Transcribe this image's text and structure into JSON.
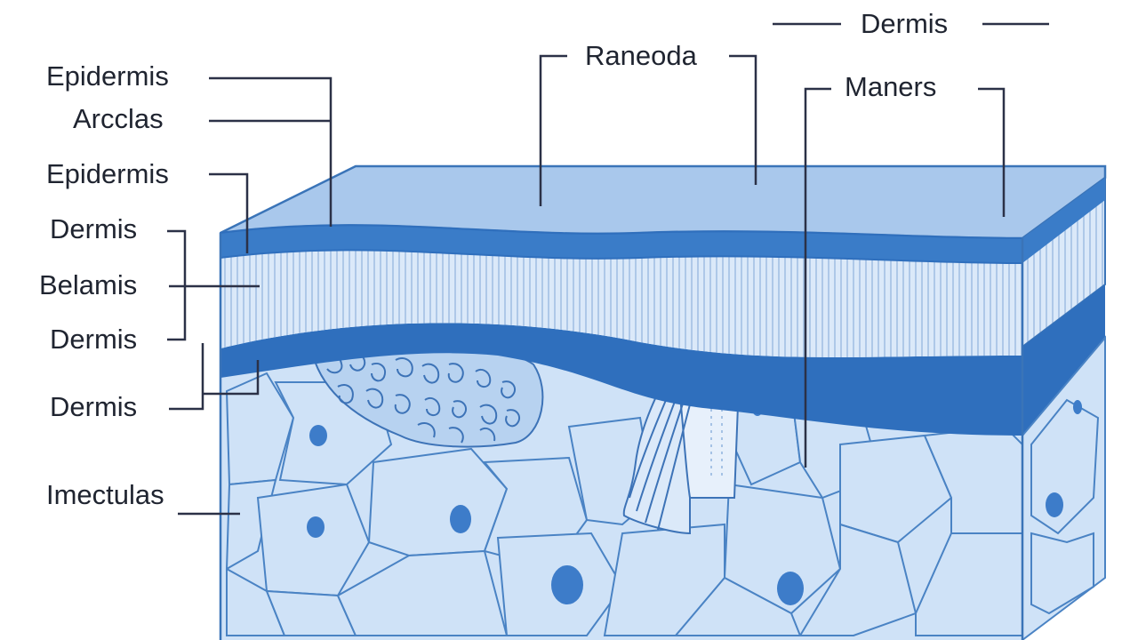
{
  "diagram": {
    "labels": {
      "left_1": "Epidermis",
      "left_2": "Arcclas",
      "left_3": "Epidermis",
      "left_4": "Dermis",
      "left_5": "Belamis",
      "left_6": "Dermis",
      "left_7": "Dermis",
      "left_8": "Imectulas",
      "top_1": "Raneoda",
      "top_2": "Dermis",
      "top_3": "Maners"
    },
    "colors": {
      "top_surface": "#a9c8ec",
      "stratum_band": "#2f6fbd",
      "striated_layer": "#d8e8f9",
      "dermis_cells": "#cfe2f7",
      "cell_border": "#4a83c4",
      "leader_line": "#2b3147"
    }
  }
}
